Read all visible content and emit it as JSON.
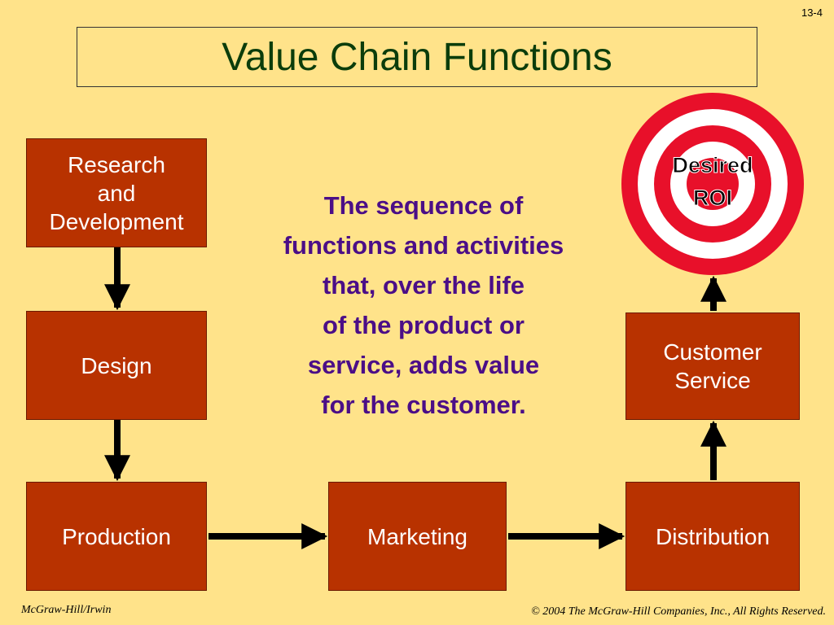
{
  "page_number": "13-4",
  "title": "Value Chain Functions",
  "boxes": {
    "research": "Research\nand\nDevelopment",
    "design": "Design",
    "production": "Production",
    "marketing": "Marketing",
    "distribution": "Distribution",
    "customer_service": "Customer\nService"
  },
  "description": "The sequence of\nfunctions and activities\nthat, over the life\nof the product or\nservice, adds value\nfor the customer.",
  "target": {
    "line1": "Desired",
    "line2": "ROI"
  },
  "footer": {
    "left": "McGraw-Hill/Irwin",
    "right": "© 2004 The McGraw-Hill Companies, Inc., All Rights Reserved."
  },
  "colors": {
    "background": "#ffe38a",
    "box": "#b83200",
    "title_text": "#0b3d0b",
    "description_text": "#4b0e87",
    "target_red": "#e8102a"
  }
}
